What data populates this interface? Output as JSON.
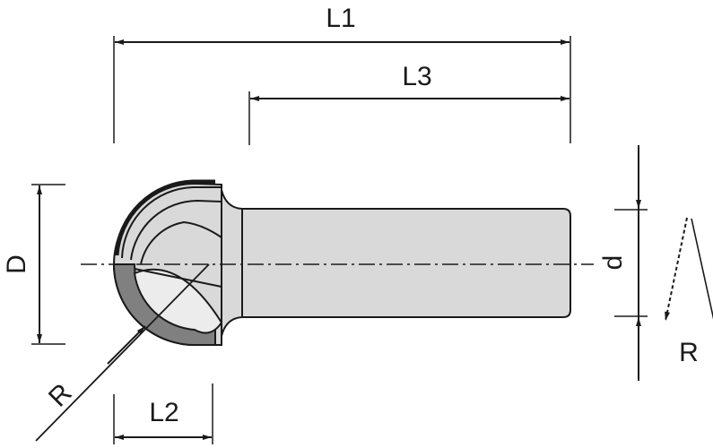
{
  "labels": {
    "L1": "L1",
    "L3": "L3",
    "L2": "L2",
    "D": "D",
    "d": "d",
    "R_radius": "R",
    "R_rotation": "R"
  },
  "colors": {
    "line": "#1a1a1a",
    "body_fill": "#d9d9d9",
    "band_fill": "#808080",
    "face_fill": "#ececec"
  }
}
